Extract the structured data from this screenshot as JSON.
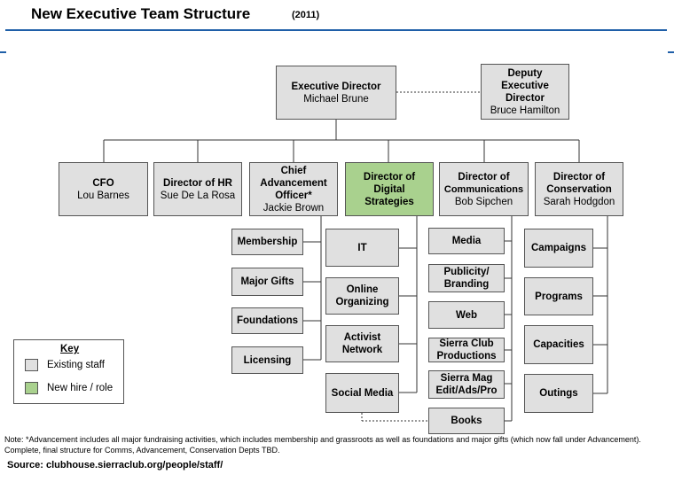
{
  "header": {
    "title": "New Executive Team Structure",
    "year": "(2011)"
  },
  "colors": {
    "existing": "#e0e0e0",
    "new_hire": "#a9d18e",
    "accent_line": "#1f5fa8"
  },
  "executive": {
    "title": "Executive Director",
    "name": "Michael Brune"
  },
  "deputy": {
    "title_line1": "Deputy",
    "title_line2": "Executive",
    "title_line3": "Director",
    "name": "Bruce Hamilton"
  },
  "directors": {
    "cfo": {
      "title": "CFO",
      "name": "Lou Barnes"
    },
    "hr": {
      "title": "Director of HR",
      "name": "Sue De La Rosa"
    },
    "advancement": {
      "title_line1": "Chief",
      "title_line2": "Advancement",
      "title_line3": "Officer*",
      "name": "Jackie Brown"
    },
    "digital": {
      "title_line1": "Director of",
      "title_line2": "Digital",
      "title_line3": "Strategies"
    },
    "communications": {
      "title_line1": "Director of",
      "title_line2": "Communications",
      "name": "Bob Sipchen"
    },
    "conservation": {
      "title_line1": "Director of",
      "title_line2": "Conservation",
      "name": "Sarah Hodgdon"
    }
  },
  "advancement_units": [
    "Membership",
    "Major Gifts",
    "Foundations",
    "Licensing"
  ],
  "digital_units": {
    "it": "IT",
    "online_line1": "Online",
    "online_line2": "Organizing",
    "activist_line1": "Activist",
    "activist_line2": "Network",
    "social": "Social Media"
  },
  "comms_units": {
    "media": "Media",
    "publicity_line1": "Publicity/",
    "publicity_line2": "Branding",
    "web": "Web",
    "productions_line1": "Sierra Club",
    "productions_line2": "Productions",
    "mag_line1": "Sierra Mag",
    "mag_line2": "Edit/Ads/Pro",
    "books": "Books"
  },
  "conservation_units": [
    "Campaigns",
    "Programs",
    "Capacities",
    "Outings"
  ],
  "key": {
    "title": "Key",
    "existing": "Existing staff",
    "new": "New hire / role"
  },
  "note": "Note: *Advancement includes all major fundraising activities, which includes membership  and grassroots as well as foundations and major gifts (which now fall under Advancement). Complete, final structure for Comms, Advancement, Conservation Depts TBD.",
  "source": "Source: clubhouse.sierraclub.org/people/staff/"
}
